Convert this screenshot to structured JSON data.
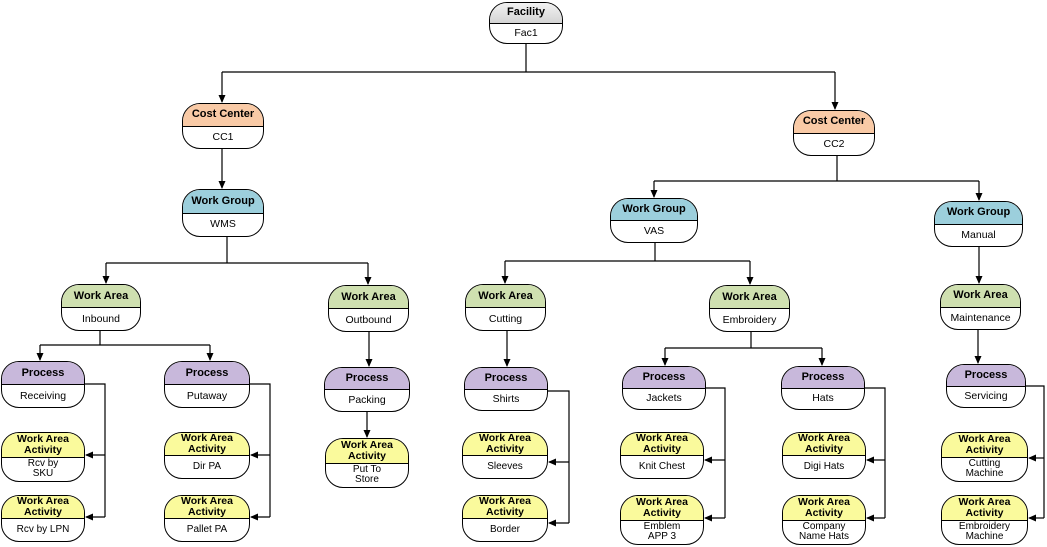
{
  "nodes": {
    "facility": {
      "type": "Facility",
      "name": "Fac1"
    },
    "cc1": {
      "type": "Cost Center",
      "name": "CC1"
    },
    "cc2": {
      "type": "Cost Center",
      "name": "CC2"
    },
    "wg_wms": {
      "type": "Work Group",
      "name": "WMS"
    },
    "wg_vas": {
      "type": "Work Group",
      "name": "VAS"
    },
    "wg_manual": {
      "type": "Work Group",
      "name": "Manual"
    },
    "wa_inbound": {
      "type": "Work Area",
      "name": "Inbound"
    },
    "wa_outbound": {
      "type": "Work Area",
      "name": "Outbound"
    },
    "wa_cutting": {
      "type": "Work Area",
      "name": "Cutting"
    },
    "wa_embroidery": {
      "type": "Work Area",
      "name": "Embroidery"
    },
    "wa_maintenance": {
      "type": "Work Area",
      "name": "Maintenance"
    },
    "pr_receiving": {
      "type": "Process",
      "name": "Receiving"
    },
    "pr_putaway": {
      "type": "Process",
      "name": "Putaway"
    },
    "pr_packing": {
      "type": "Process",
      "name": "Packing"
    },
    "pr_shirts": {
      "type": "Process",
      "name": "Shirts"
    },
    "pr_jackets": {
      "type": "Process",
      "name": "Jackets"
    },
    "pr_hats": {
      "type": "Process",
      "name": "Hats"
    },
    "pr_servicing": {
      "type": "Process",
      "name": "Servicing"
    },
    "act_rcv_sku": {
      "type": "Work Area Activity",
      "name": "Rcv by SKU"
    },
    "act_rcv_lpn": {
      "type": "Work Area Activity",
      "name": "Rcv by LPN"
    },
    "act_dir_pa": {
      "type": "Work Area Activity",
      "name": "Dir PA"
    },
    "act_pallet_pa": {
      "type": "Work Area Activity",
      "name": "Pallet PA"
    },
    "act_put_store": {
      "type": "Work Area Activity",
      "name": "Put To Store"
    },
    "act_sleeves": {
      "type": "Work Area Activity",
      "name": "Sleeves"
    },
    "act_border": {
      "type": "Work Area Activity",
      "name": "Border"
    },
    "act_knit_chest": {
      "type": "Work Area Activity",
      "name": "Knit Chest"
    },
    "act_emblem": {
      "type": "Work Area Activity",
      "name": "Emblem APP 3"
    },
    "act_digi_hats": {
      "type": "Work Area Activity",
      "name": "Digi Hats"
    },
    "act_company_hats": {
      "type": "Work Area Activity",
      "name": "Company Name Hats"
    },
    "act_cutting_machine": {
      "type": "Work Area Activity",
      "name": "Cutting Machine"
    },
    "act_embroidery_machine": {
      "type": "Work Area Activity",
      "name": "Embroidery Machine"
    }
  },
  "edges": [
    [
      "facility",
      "cc1"
    ],
    [
      "facility",
      "cc2"
    ],
    [
      "cc1",
      "wg_wms"
    ],
    [
      "cc2",
      "wg_vas"
    ],
    [
      "cc2",
      "wg_manual"
    ],
    [
      "wg_wms",
      "wa_inbound"
    ],
    [
      "wg_wms",
      "wa_outbound"
    ],
    [
      "wg_vas",
      "wa_cutting"
    ],
    [
      "wg_vas",
      "wa_embroidery"
    ],
    [
      "wg_manual",
      "wa_maintenance"
    ],
    [
      "wa_inbound",
      "pr_receiving"
    ],
    [
      "wa_inbound",
      "pr_putaway"
    ],
    [
      "wa_outbound",
      "pr_packing"
    ],
    [
      "wa_cutting",
      "pr_shirts"
    ],
    [
      "wa_embroidery",
      "pr_jackets"
    ],
    [
      "wa_embroidery",
      "pr_hats"
    ],
    [
      "wa_maintenance",
      "pr_servicing"
    ],
    [
      "pr_receiving",
      "act_rcv_sku"
    ],
    [
      "pr_receiving",
      "act_rcv_lpn"
    ],
    [
      "pr_putaway",
      "act_dir_pa"
    ],
    [
      "pr_putaway",
      "act_pallet_pa"
    ],
    [
      "pr_packing",
      "act_put_store"
    ],
    [
      "pr_shirts",
      "act_sleeves"
    ],
    [
      "pr_shirts",
      "act_border"
    ],
    [
      "pr_jackets",
      "act_knit_chest"
    ],
    [
      "pr_jackets",
      "act_emblem"
    ],
    [
      "pr_hats",
      "act_digi_hats"
    ],
    [
      "pr_hats",
      "act_company_hats"
    ],
    [
      "pr_servicing",
      "act_cutting_machine"
    ],
    [
      "pr_servicing",
      "act_embroidery_machine"
    ]
  ]
}
